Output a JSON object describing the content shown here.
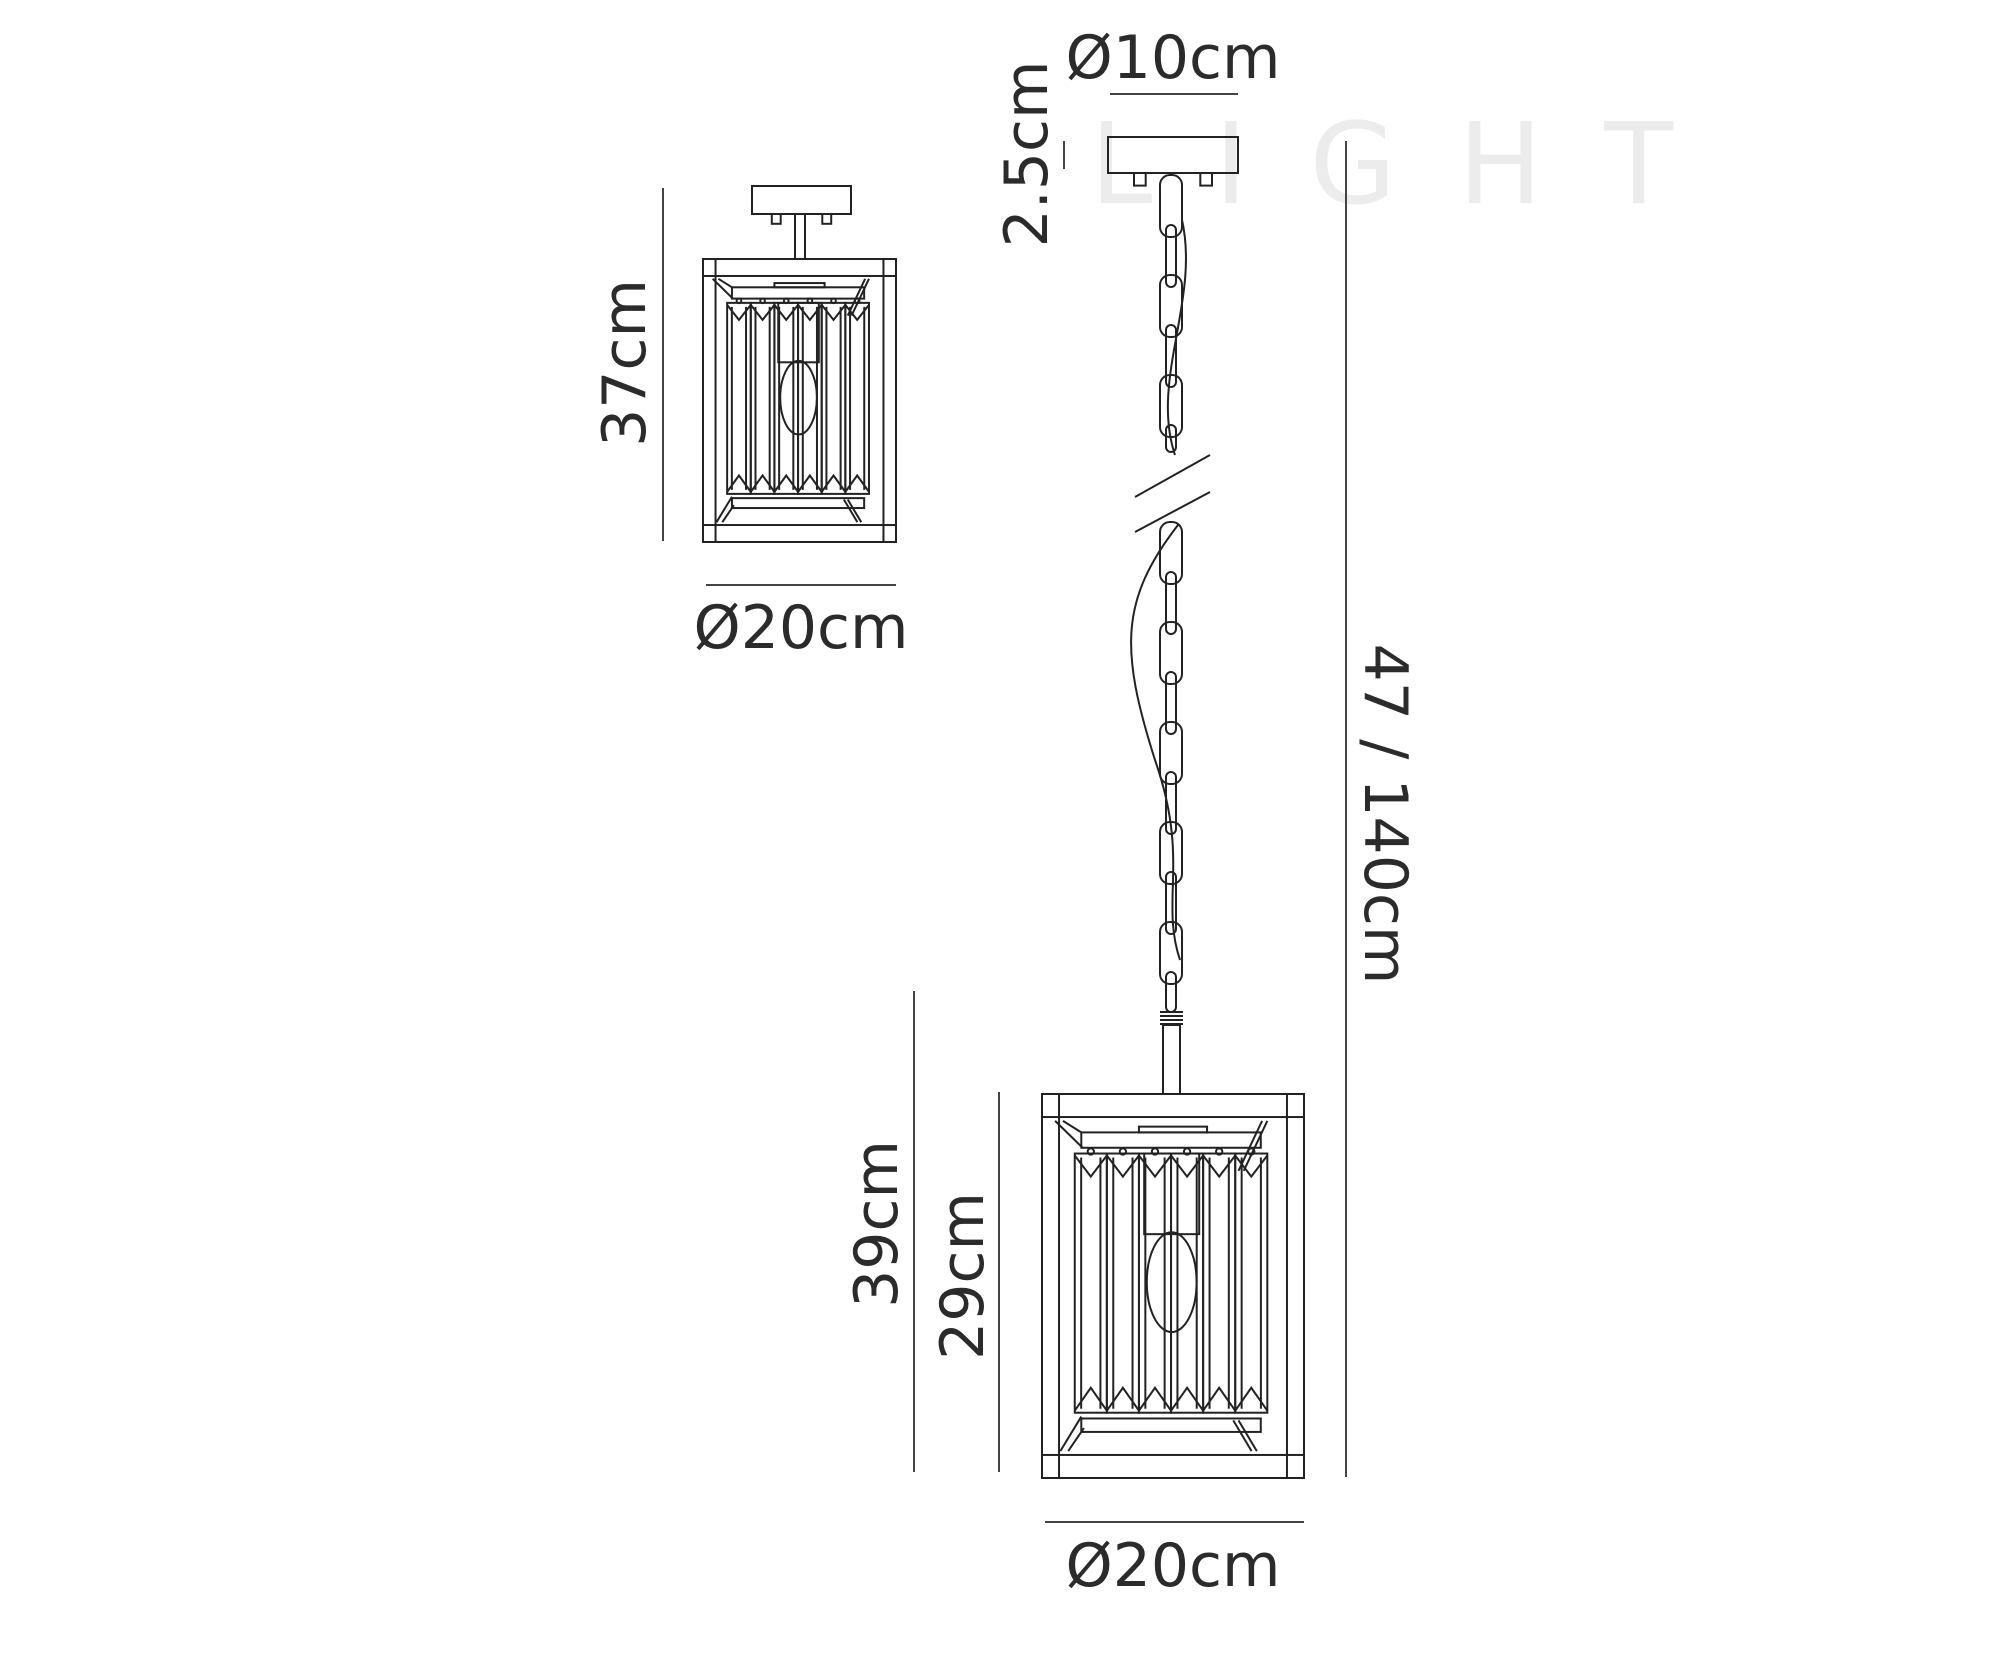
{
  "watermark": "LIGHT",
  "semi_flush_view": {
    "height_label": "37cm",
    "diameter_label": "Ø20cm"
  },
  "pendant_view": {
    "canopy_diameter_label": "Ø10cm",
    "canopy_height_label": "2.5cm",
    "overall_height_label": "47 / 140cm",
    "body_height_label": "39cm",
    "shade_height_label": "29cm",
    "diameter_label": "Ø20cm"
  },
  "colors": {
    "line": "#222222",
    "text": "#2b2b2b",
    "watermark": "#ececec"
  }
}
